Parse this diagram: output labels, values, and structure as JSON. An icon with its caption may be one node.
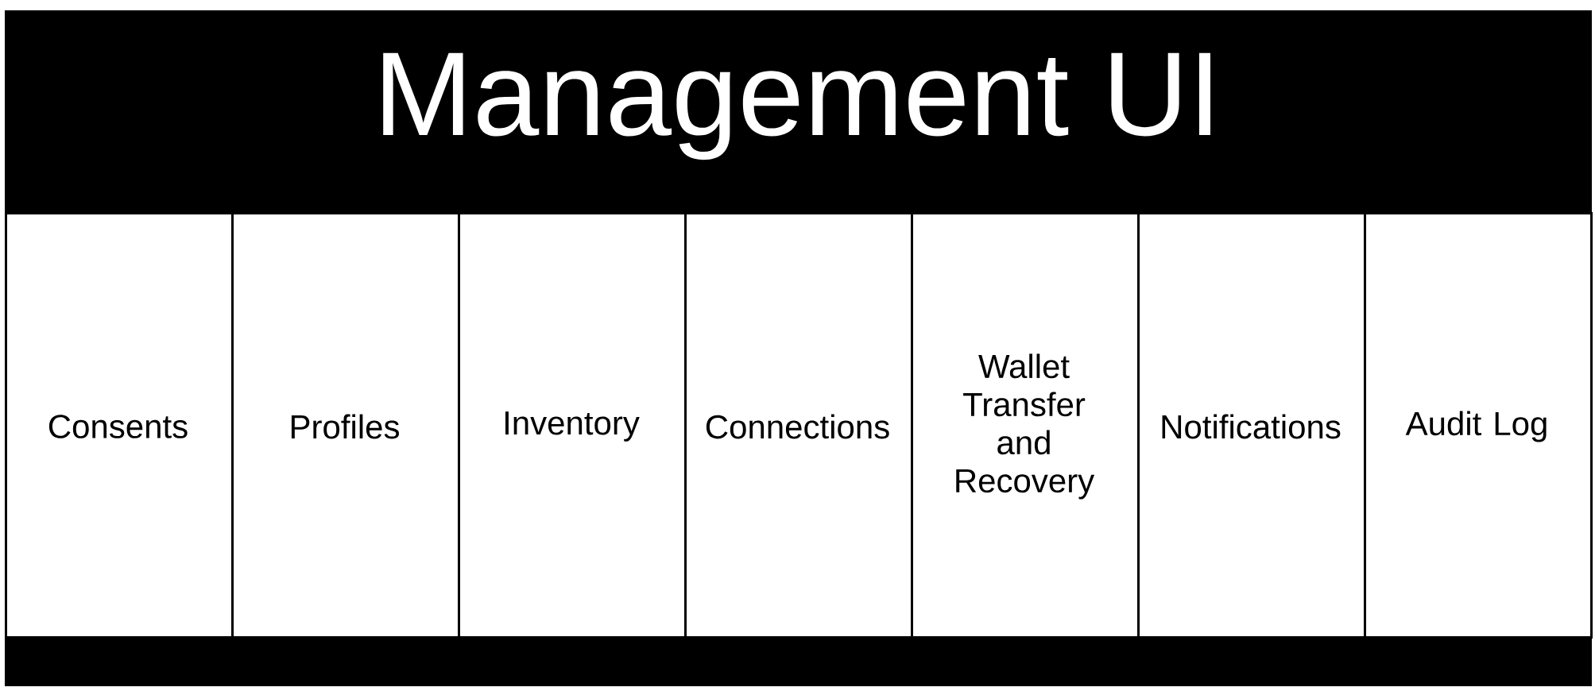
{
  "diagram": {
    "nodes": [
      {
        "text": [
          "Management UI"
        ]
      },
      {
        "text": [
          "Consents"
        ],
        "in": 0
      },
      {
        "text": [
          "Profiles"
        ],
        "in": 0
      },
      {
        "text": [
          "Inventory"
        ],
        "in": 0
      },
      {
        "text": [
          "Connections"
        ],
        "in": 0
      },
      {
        "text": [
          "Wallet Transfer and Recovery"
        ],
        "in": 0
      },
      {
        "text": [
          "Notifications"
        ],
        "in": 0
      },
      {
        "text": [
          "Audit Log"
        ],
        "in": 0
      }
    ]
  }
}
